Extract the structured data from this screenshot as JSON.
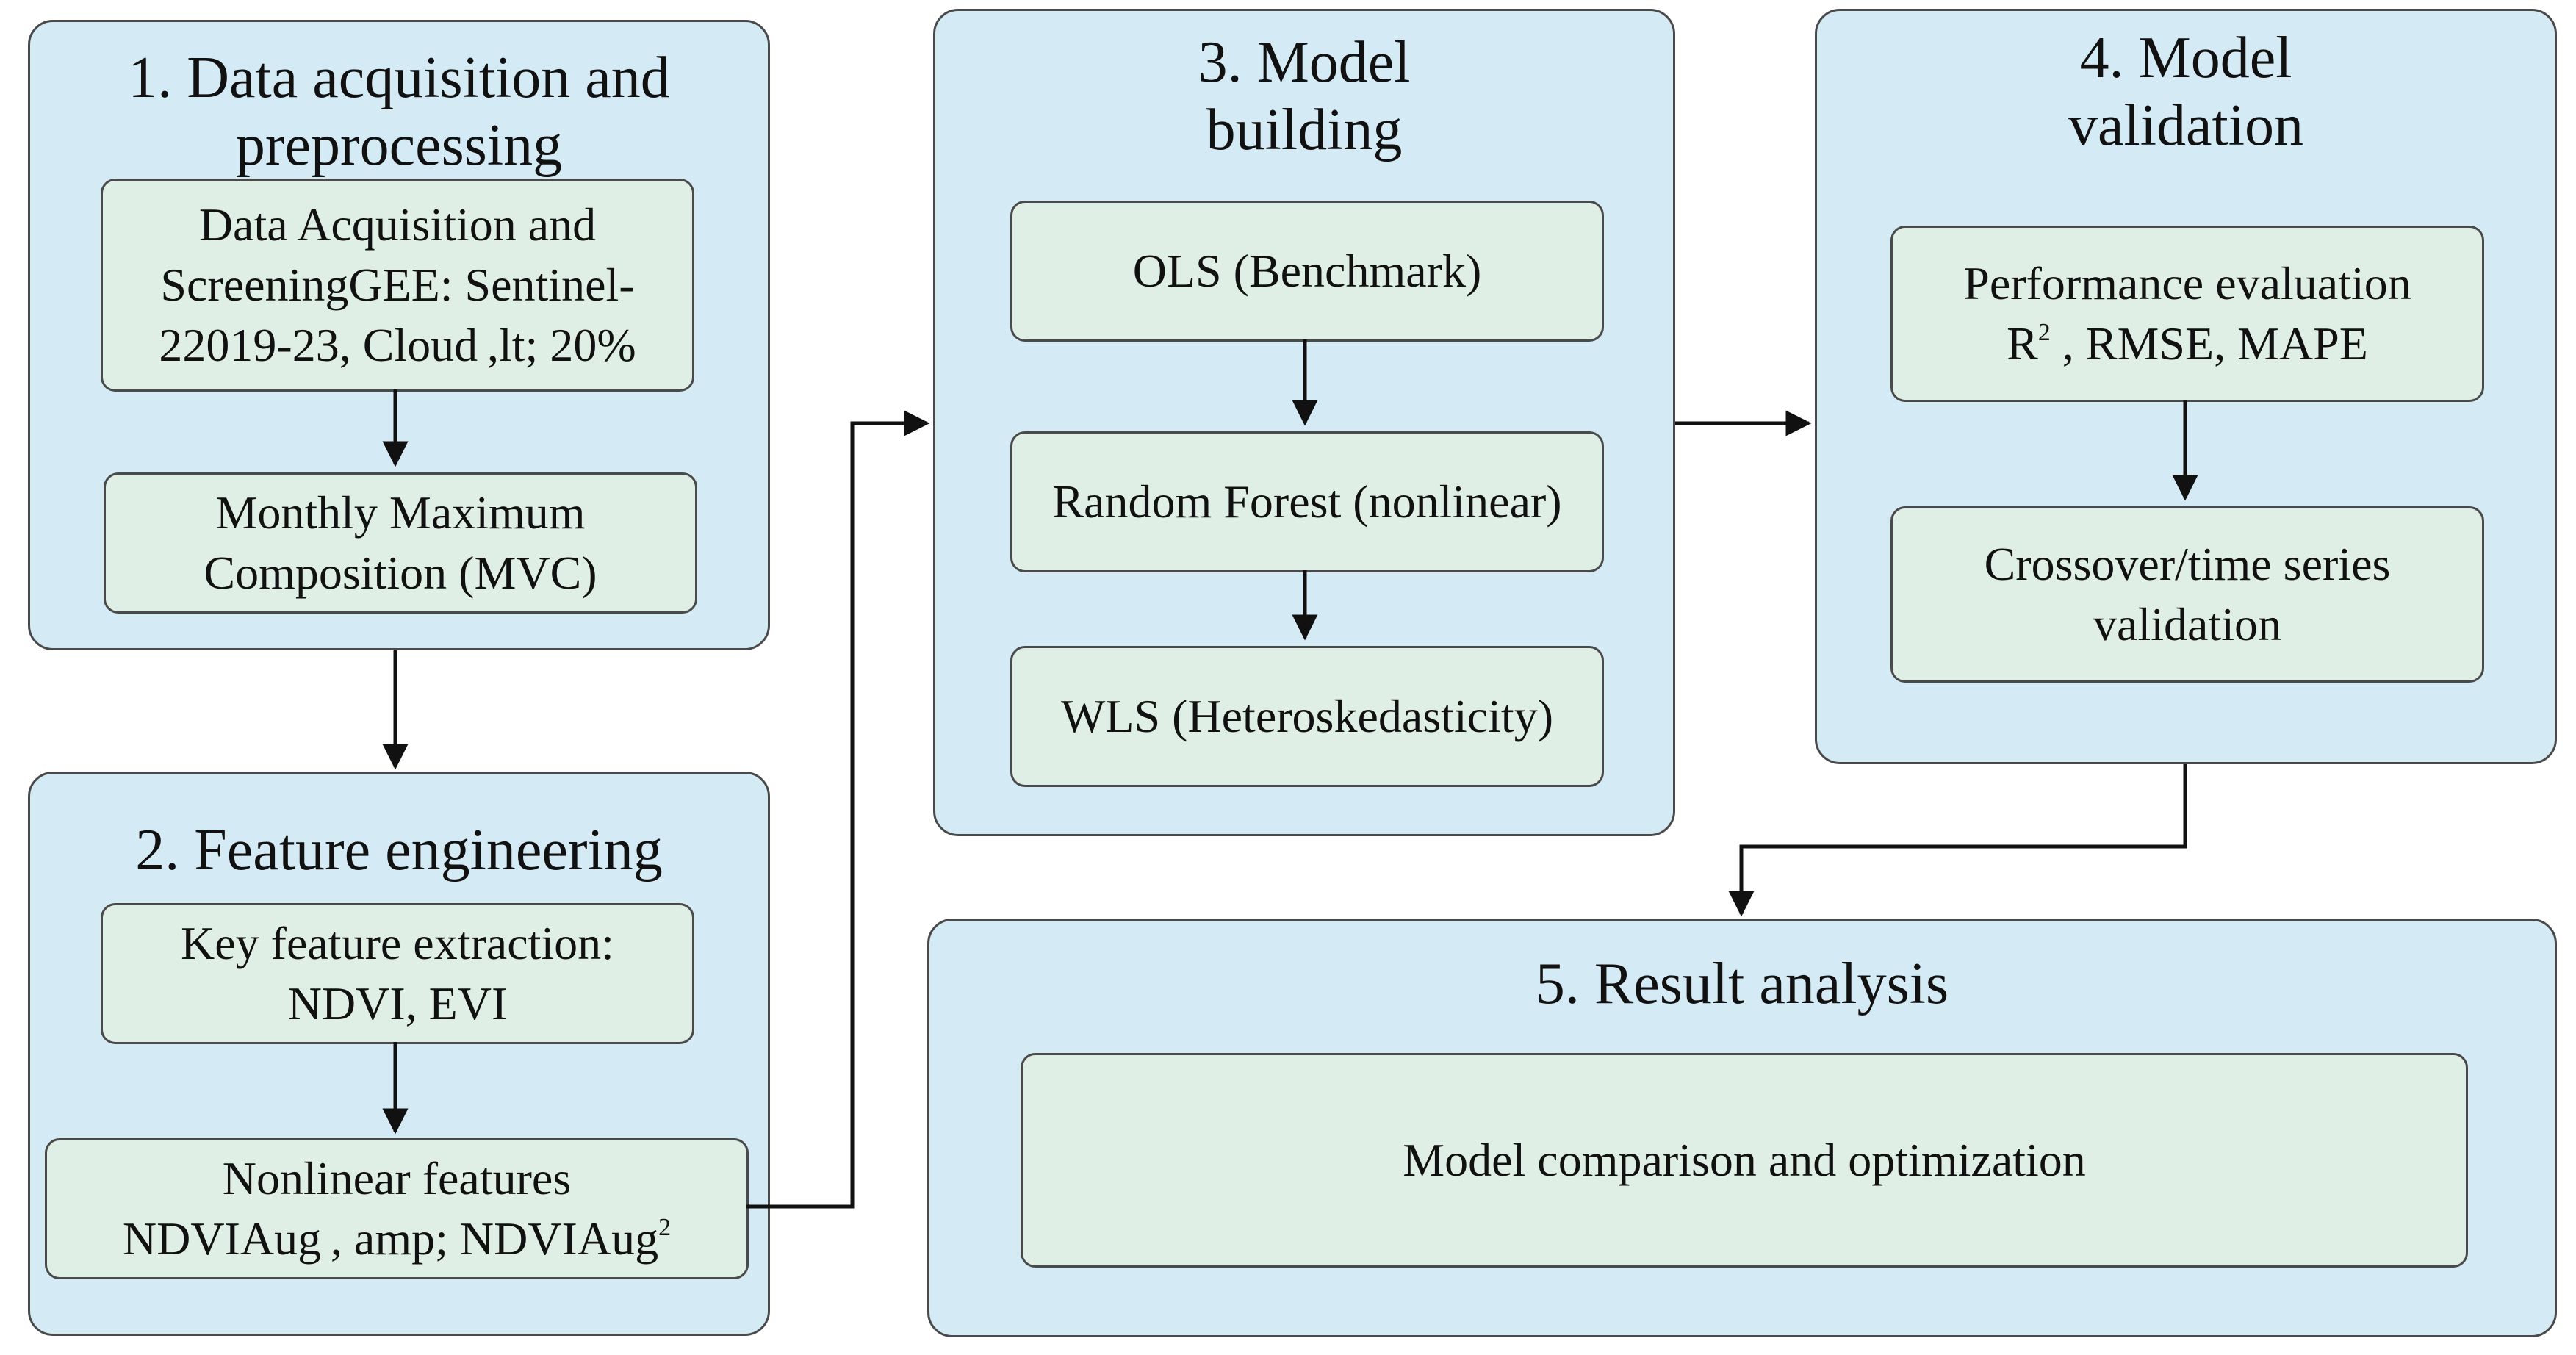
{
  "colors": {
    "stage_fill": "#d4ebf5",
    "step_fill": "#e0efe5",
    "border": "#4a4a4a",
    "arrow": "#111111"
  },
  "stage1": {
    "title_line1": "1. Data acquisition and",
    "title_line2": "preprocessing",
    "step1": {
      "line1": "Data Acquisition and",
      "line2": "ScreeningGEE: Sentinel-",
      "line3": "22019-23, Cloud ,lt; 20%"
    },
    "step2": {
      "line1": "Monthly Maximum",
      "line2": "Composition (MVC)"
    }
  },
  "stage2": {
    "title": "2. Feature engineering",
    "step1": {
      "line1": "Key feature extraction:",
      "line2": "NDVI, EVI"
    },
    "step2": {
      "line1": "Nonlinear features",
      "line2_main": "NDVIAug , amp; NDVIAug",
      "line2_sup": "2"
    }
  },
  "stage3": {
    "title_line1": "3. Model",
    "title_line2": "building",
    "step1": "OLS (Benchmark)",
    "step2": "Random Forest (nonlinear)",
    "step3": "WLS (Heteroskedasticity)"
  },
  "stage4": {
    "title_line1": "4. Model",
    "title_line2": "validation",
    "step1": {
      "line1": "Performance evaluation",
      "line2_r": "R",
      "line2_sup": "2",
      "line2_rest": " , RMSE, MAPE"
    },
    "step2": {
      "line1": "Crossover/time series",
      "line2": "validation"
    }
  },
  "stage5": {
    "title": "5. Result analysis",
    "step1": "Model comparison and optimization"
  }
}
